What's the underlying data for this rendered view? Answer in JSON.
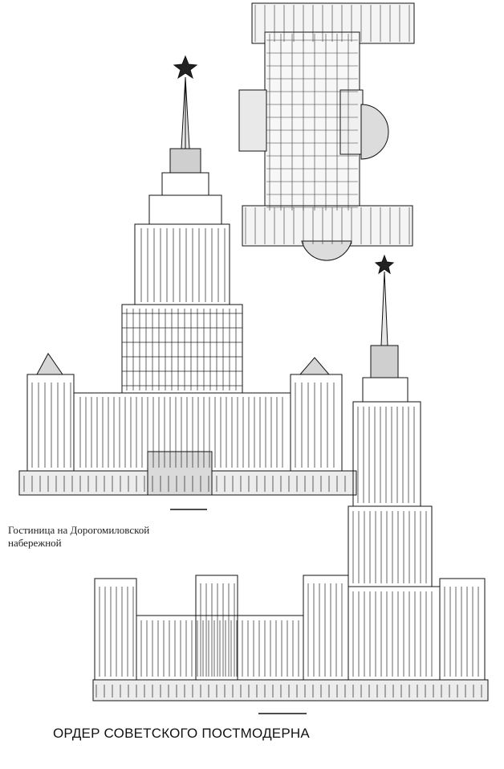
{
  "caption": {
    "line1": "Гостиница на Дорогомиловской",
    "line2": "набережной"
  },
  "title": "ОРДЕР СОВЕТСКОГО ПОСТМОДЕРНА",
  "colors": {
    "ink": "#111111",
    "paper": "#ffffff",
    "hatch": "#333333"
  },
  "drawings": [
    {
      "name": "floor-plan",
      "icon": "floor-plan-drawing"
    },
    {
      "name": "hotel-elevation",
      "icon": "tower-elevation-drawing"
    },
    {
      "name": "second-elevation",
      "icon": "tower-elevation-drawing"
    }
  ]
}
